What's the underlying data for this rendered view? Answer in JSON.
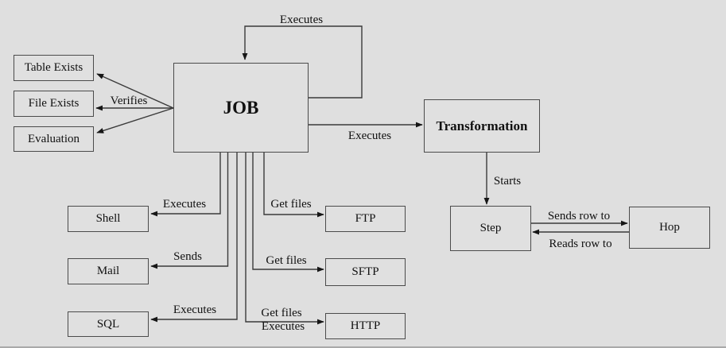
{
  "diagram": {
    "title": "Job / Transformation relationship diagram",
    "colors": {
      "background": "#dfdfdf",
      "node_fill": "#e0e0e0",
      "node_border": "#4b4b4b",
      "line": "#3a3a3a",
      "text": "#111111"
    },
    "nodes": [
      {
        "id": "table-exists",
        "label": "Table Exists"
      },
      {
        "id": "file-exists",
        "label": "File Exists"
      },
      {
        "id": "evaluation",
        "label": "Evaluation"
      },
      {
        "id": "job",
        "label": "JOB"
      },
      {
        "id": "transformation",
        "label": "Transformation"
      },
      {
        "id": "shell",
        "label": "Shell"
      },
      {
        "id": "mail",
        "label": "Mail"
      },
      {
        "id": "sql",
        "label": "SQL"
      },
      {
        "id": "ftp",
        "label": "FTP"
      },
      {
        "id": "sftp",
        "label": "SFTP"
      },
      {
        "id": "http",
        "label": "HTTP"
      },
      {
        "id": "step",
        "label": "Step"
      },
      {
        "id": "hop",
        "label": "Hop"
      }
    ],
    "edges": [
      {
        "id": "job-self",
        "from": "JOB",
        "to": "JOB",
        "label": "Executes"
      },
      {
        "id": "job-verifies",
        "from": "JOB",
        "to": "Table Exists / File Exists / Evaluation",
        "label": "Verifies"
      },
      {
        "id": "job-transformation",
        "from": "JOB",
        "to": "Transformation",
        "label": "Executes"
      },
      {
        "id": "job-shell",
        "from": "JOB",
        "to": "Shell",
        "label": "Executes"
      },
      {
        "id": "job-mail",
        "from": "JOB",
        "to": "Mail",
        "label": "Sends"
      },
      {
        "id": "job-sql",
        "from": "JOB",
        "to": "SQL",
        "label": "Executes"
      },
      {
        "id": "job-ftp",
        "from": "JOB",
        "to": "FTP",
        "label": "Get files"
      },
      {
        "id": "job-sftp",
        "from": "JOB",
        "to": "SFTP",
        "label": "Get files"
      },
      {
        "id": "job-http-getfiles",
        "from": "JOB",
        "to": "HTTP",
        "label": "Get files"
      },
      {
        "id": "job-http-executes",
        "from": "JOB",
        "to": "HTTP",
        "label": "Executes"
      },
      {
        "id": "transformation-step",
        "from": "Transformation",
        "to": "Step",
        "label": "Starts"
      },
      {
        "id": "step-hop",
        "from": "Step",
        "to": "Hop",
        "label": "Sends row to"
      },
      {
        "id": "hop-step",
        "from": "Hop",
        "to": "Step",
        "label": "Reads row to"
      }
    ]
  }
}
